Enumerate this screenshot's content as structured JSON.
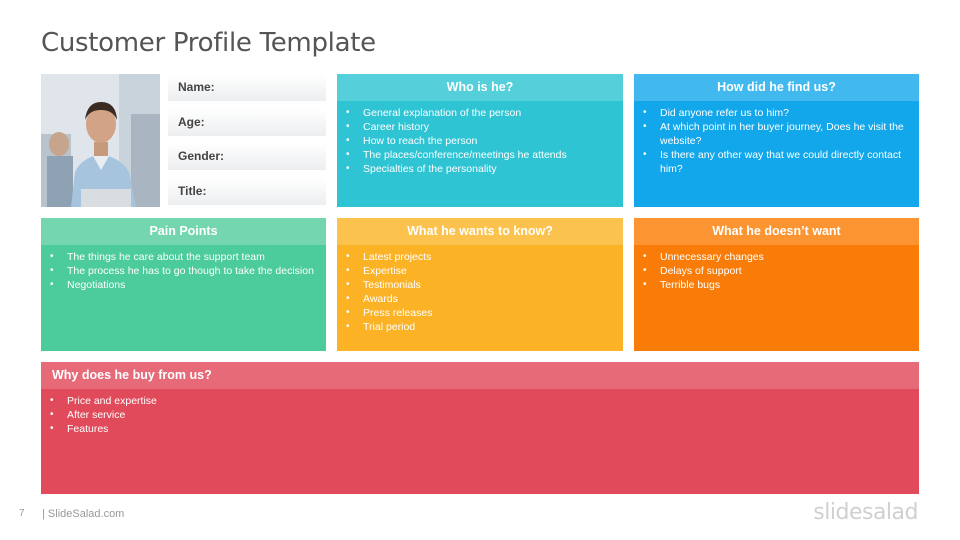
{
  "title": "Customer Profile Template",
  "fields": [
    "Name:",
    "Age:",
    "Gender:",
    "Title:"
  ],
  "cards": {
    "who": {
      "title": "Who is he?",
      "items": [
        "General explanation of the person",
        "Career history",
        "How to reach the person",
        "The places/conference/meetings he attends",
        "Specialties of the personality"
      ],
      "head_color": "#55cfd9",
      "body_color": "#2ec4d4"
    },
    "how": {
      "title": "How did he find us?",
      "items": [
        "Did anyone refer us to him?",
        "At which point in her buyer journey, Does he visit the website?",
        "Is there any other way that we could directly contact him?"
      ],
      "head_color": "#41b9ef",
      "body_color": "#12a7ea"
    },
    "pain": {
      "title": "Pain Points",
      "items": [
        "The things he care about the support team",
        "The process he has to go though to take the decision",
        "Negotiations"
      ],
      "head_color": "#73d6af",
      "body_color": "#4ccb9b"
    },
    "wants": {
      "title": "What he wants to know?",
      "items": [
        "Latest projects",
        "Expertise",
        "Testimonials",
        "Awards",
        "Press releases",
        "Trial period"
      ],
      "head_color": "#fcc24e",
      "body_color": "#fbb225"
    },
    "doesnt": {
      "title": "What he doesn’t want",
      "items": [
        "Unnecessary changes",
        "Delays of support",
        "Terrible bugs"
      ],
      "head_color": "#fb9431",
      "body_color": "#f97c09"
    },
    "why": {
      "title": "Why does  he buy  from us?",
      "items": [
        "Price and expertise",
        "After service",
        "Features"
      ],
      "head_color": "#e76a78",
      "body_color": "#e14a5a"
    }
  },
  "footer": {
    "page_number": "7",
    "site": "| SlideSalad.com",
    "brand": "slidesalad"
  }
}
